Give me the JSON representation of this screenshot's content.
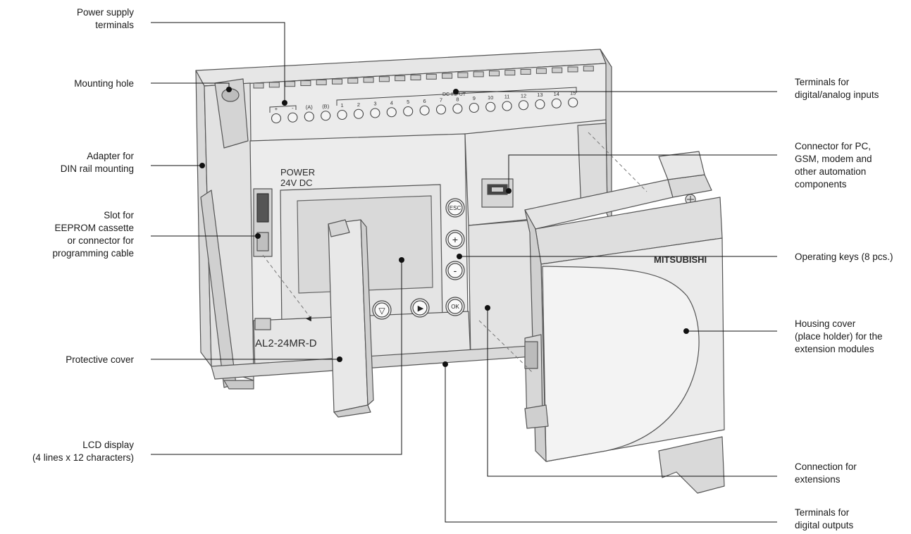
{
  "callouts": {
    "power_supply": [
      "Power supply",
      "terminals"
    ],
    "mounting_hole": [
      "Mounting hole"
    ],
    "din_adapter": [
      "Adapter for",
      "DIN rail mounting"
    ],
    "eeprom_slot": [
      "Slot for",
      "EEPROM cassette",
      "or connector for",
      "programming cable"
    ],
    "protective_cover": [
      "Protective cover"
    ],
    "lcd_display": [
      "LCD display",
      "(4 lines x 12 characters)"
    ],
    "terminals_inputs": [
      "Terminals for",
      "digital/analog inputs"
    ],
    "pc_connector": [
      "Connector for PC,",
      "GSM, modem and",
      "other automation",
      "components"
    ],
    "operating_keys": [
      "Operating keys (8 pcs.)"
    ],
    "housing_cover": [
      "Housing cover",
      "(place holder) for the",
      "extension modules"
    ],
    "extension_connection": [
      "Connection for",
      "extensions"
    ],
    "terminals_outputs": [
      "Terminals for",
      "digital outputs"
    ]
  },
  "device": {
    "power_label": "POWER",
    "voltage_label": "24V DC",
    "model": "AL2-24MR-D",
    "brand": "MITSUBISHI",
    "input_header": "DC INPUT",
    "terminal_labels": [
      "+",
      "-",
      "(A)",
      "(B)",
      "1",
      "2",
      "3",
      "4",
      "5",
      "6",
      "7",
      "8",
      "9",
      "10",
      "11",
      "12",
      "13",
      "14",
      "15"
    ],
    "keys": {
      "esc": "ESC",
      "plus": "+",
      "minus": "-",
      "ok": "OK",
      "down": "▽",
      "right": "▶",
      "left": "◀"
    }
  }
}
